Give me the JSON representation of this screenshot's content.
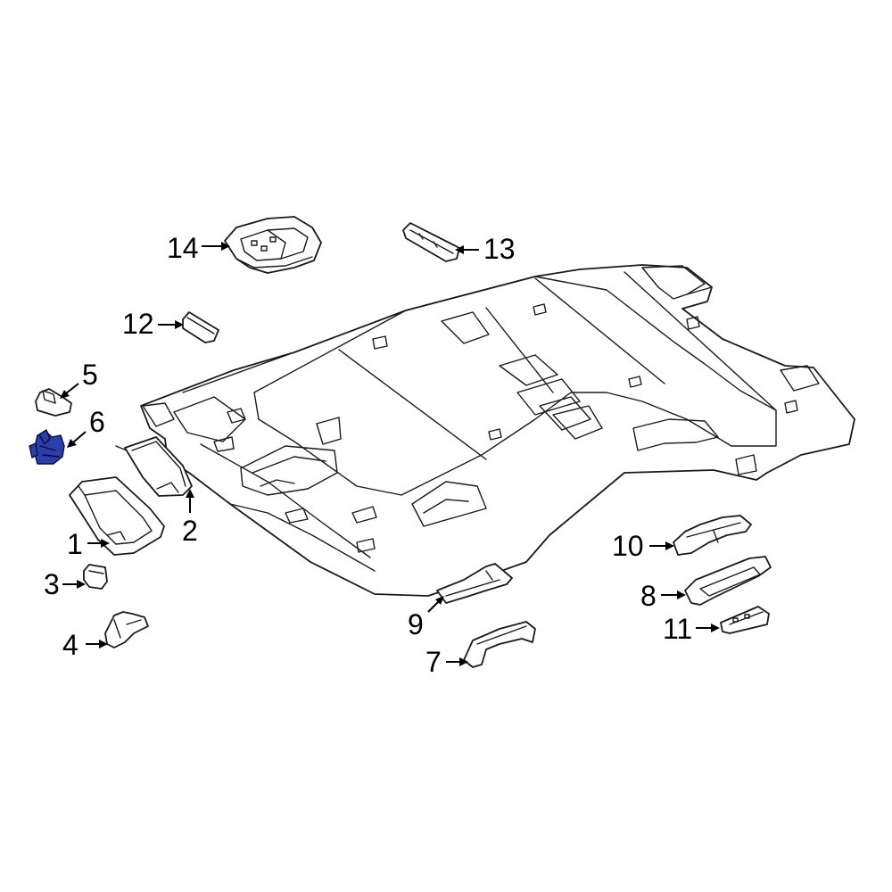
{
  "diagram": {
    "highlight_color": "#2a3fa8",
    "callouts": [
      {
        "id": "1",
        "label": "1"
      },
      {
        "id": "2",
        "label": "2"
      },
      {
        "id": "3",
        "label": "3"
      },
      {
        "id": "4",
        "label": "4"
      },
      {
        "id": "5",
        "label": "5"
      },
      {
        "id": "6",
        "label": "6",
        "highlighted": true
      },
      {
        "id": "7",
        "label": "7"
      },
      {
        "id": "8",
        "label": "8"
      },
      {
        "id": "9",
        "label": "9"
      },
      {
        "id": "10",
        "label": "10"
      },
      {
        "id": "11",
        "label": "11"
      },
      {
        "id": "12",
        "label": "12"
      },
      {
        "id": "13",
        "label": "13"
      },
      {
        "id": "14",
        "label": "14"
      }
    ]
  }
}
